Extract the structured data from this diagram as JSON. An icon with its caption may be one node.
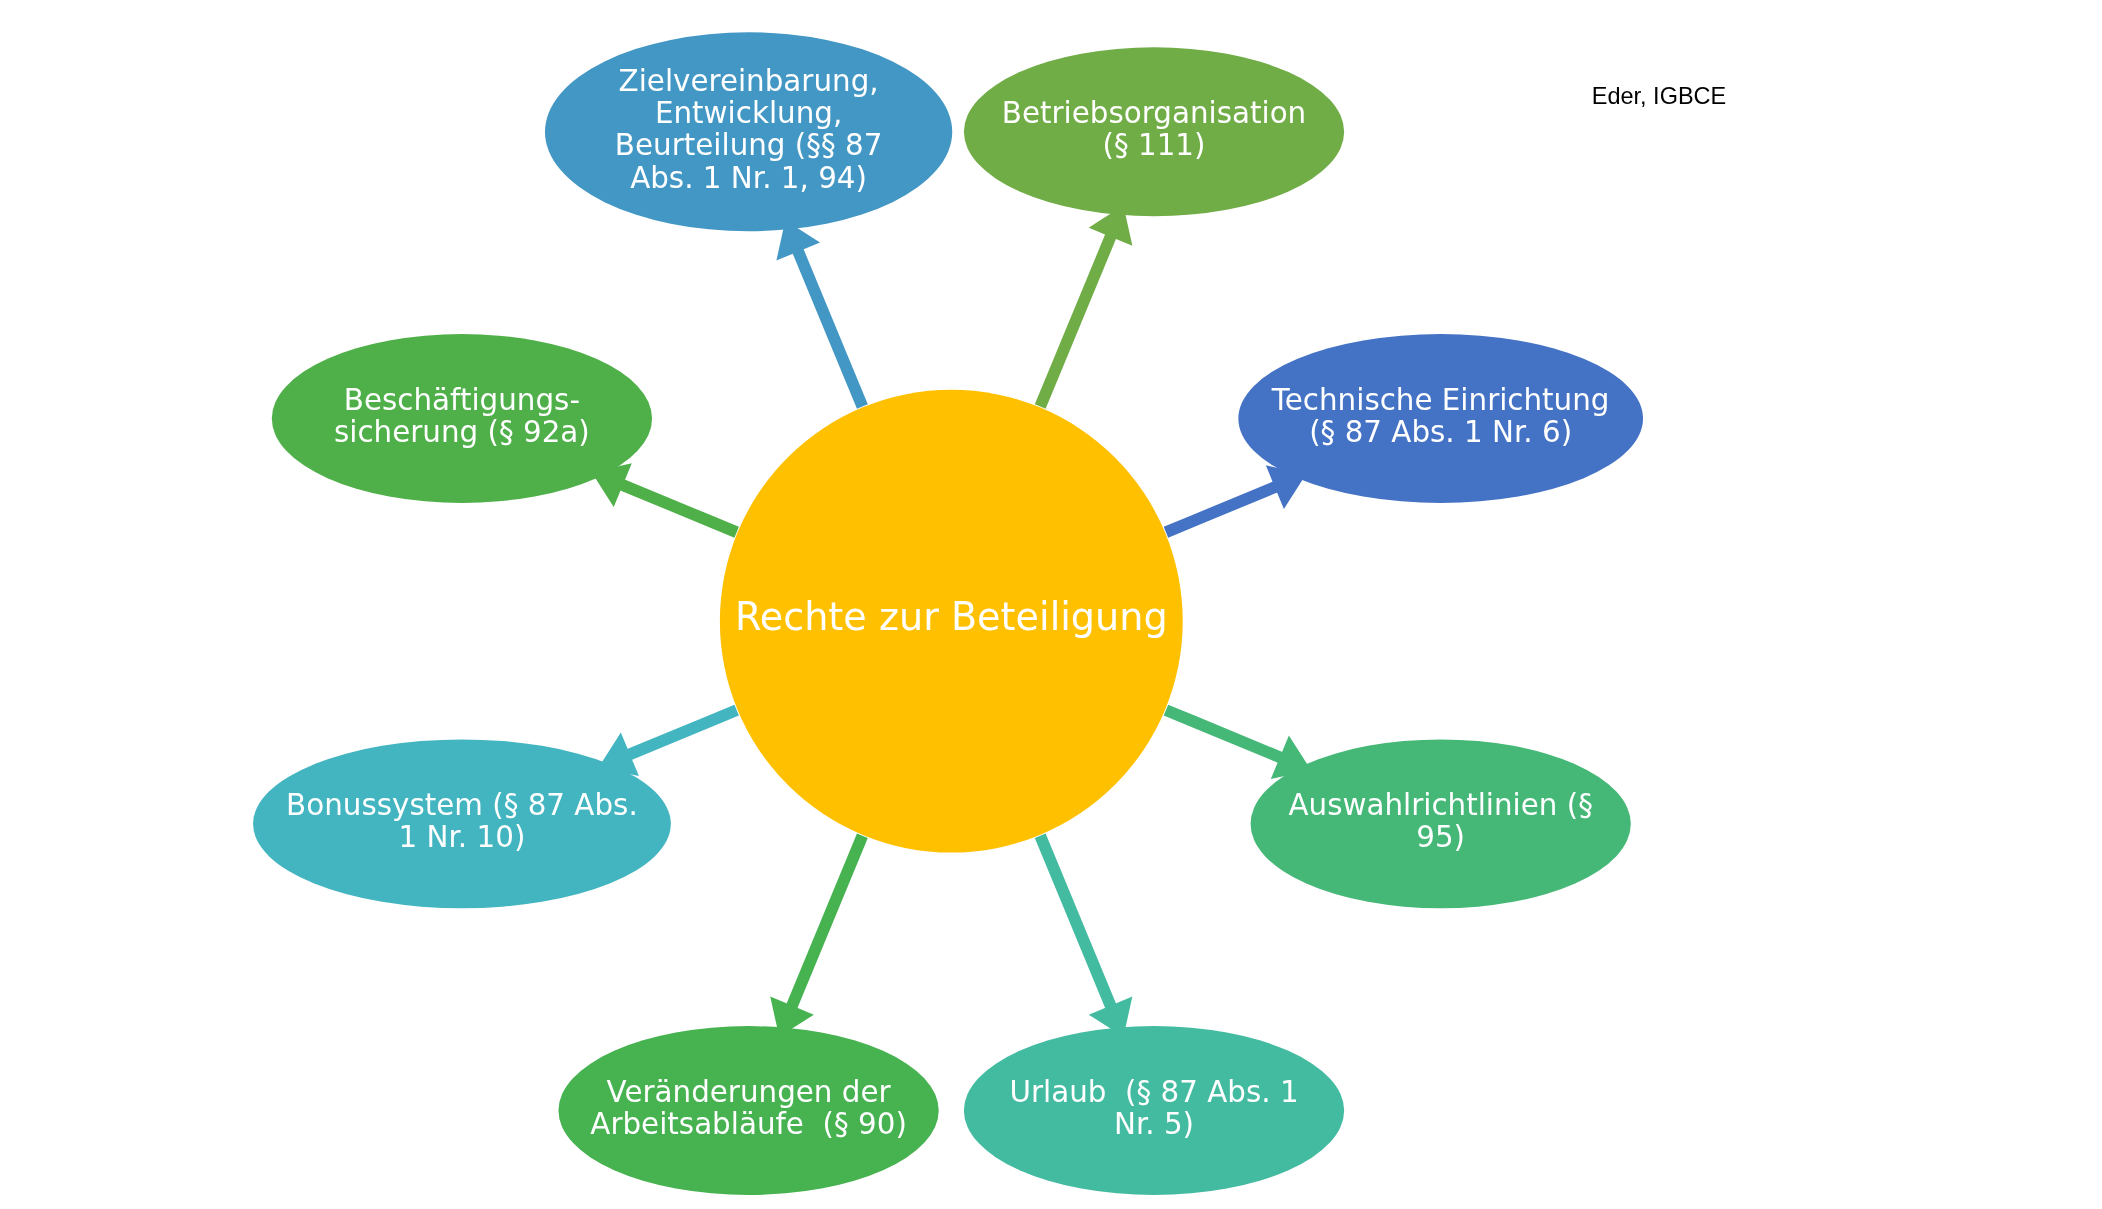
{
  "diagram": {
    "nodes": [
      {
        "text": [
          "Technische Einrichtung  (§ 87 Abs. 1 Nr. 6)"
        ]
      },
      {
        "text": [
          "Betriebsorganisation (§ 111)"
        ]
      },
      {
        "text": [
          "Zielvereinbarung, Entwicklung, Beurteilung (§§ 87 Abs. 1 Nr. 1, 94)"
        ]
      },
      {
        "text": [
          "Beschäftigungs- sicherung (§ 92a)"
        ]
      },
      {
        "text": [
          "Rechte zur Beteiligung"
        ]
      },
      {
        "text": [
          "Bonussystem (§ 87 Abs. 1 Nr. 10)"
        ]
      },
      {
        "text": [
          "Veränderungen der Arbeitsabläufe  (§ 90)"
        ]
      },
      {
        "text": [
          "Urlaub  (§ 87 Abs. 1 Nr. 5)"
        ]
      },
      {
        "text": [
          "Auswahlrichtlinien (§ 95)"
        ]
      }
    ],
    "edges": [
      {
        "from": 4,
        "to": 0,
        "arrow": "to",
        "color": "#4472c4"
      },
      {
        "from": 4,
        "to": 2,
        "arrow": "to",
        "color": "#4397c4"
      },
      {
        "from": 4,
        "to": 5,
        "arrow": "to",
        "color": "#43b5c0"
      },
      {
        "from": 4,
        "to": 7,
        "arrow": "to",
        "color": "#43bba0"
      },
      {
        "from": 4,
        "to": 8,
        "arrow": "to",
        "color": "#45b877"
      },
      {
        "from": 4,
        "to": 6,
        "arrow": "to",
        "color": "#46b250"
      },
      {
        "from": 4,
        "to": 3,
        "arrow": "to",
        "color": "#4fb049"
      },
      {
        "from": 4,
        "to": 1,
        "arrow": "to",
        "color": "#70ad47"
      }
    ],
    "labels": [
      "Eder, IGBCE"
    ]
  }
}
